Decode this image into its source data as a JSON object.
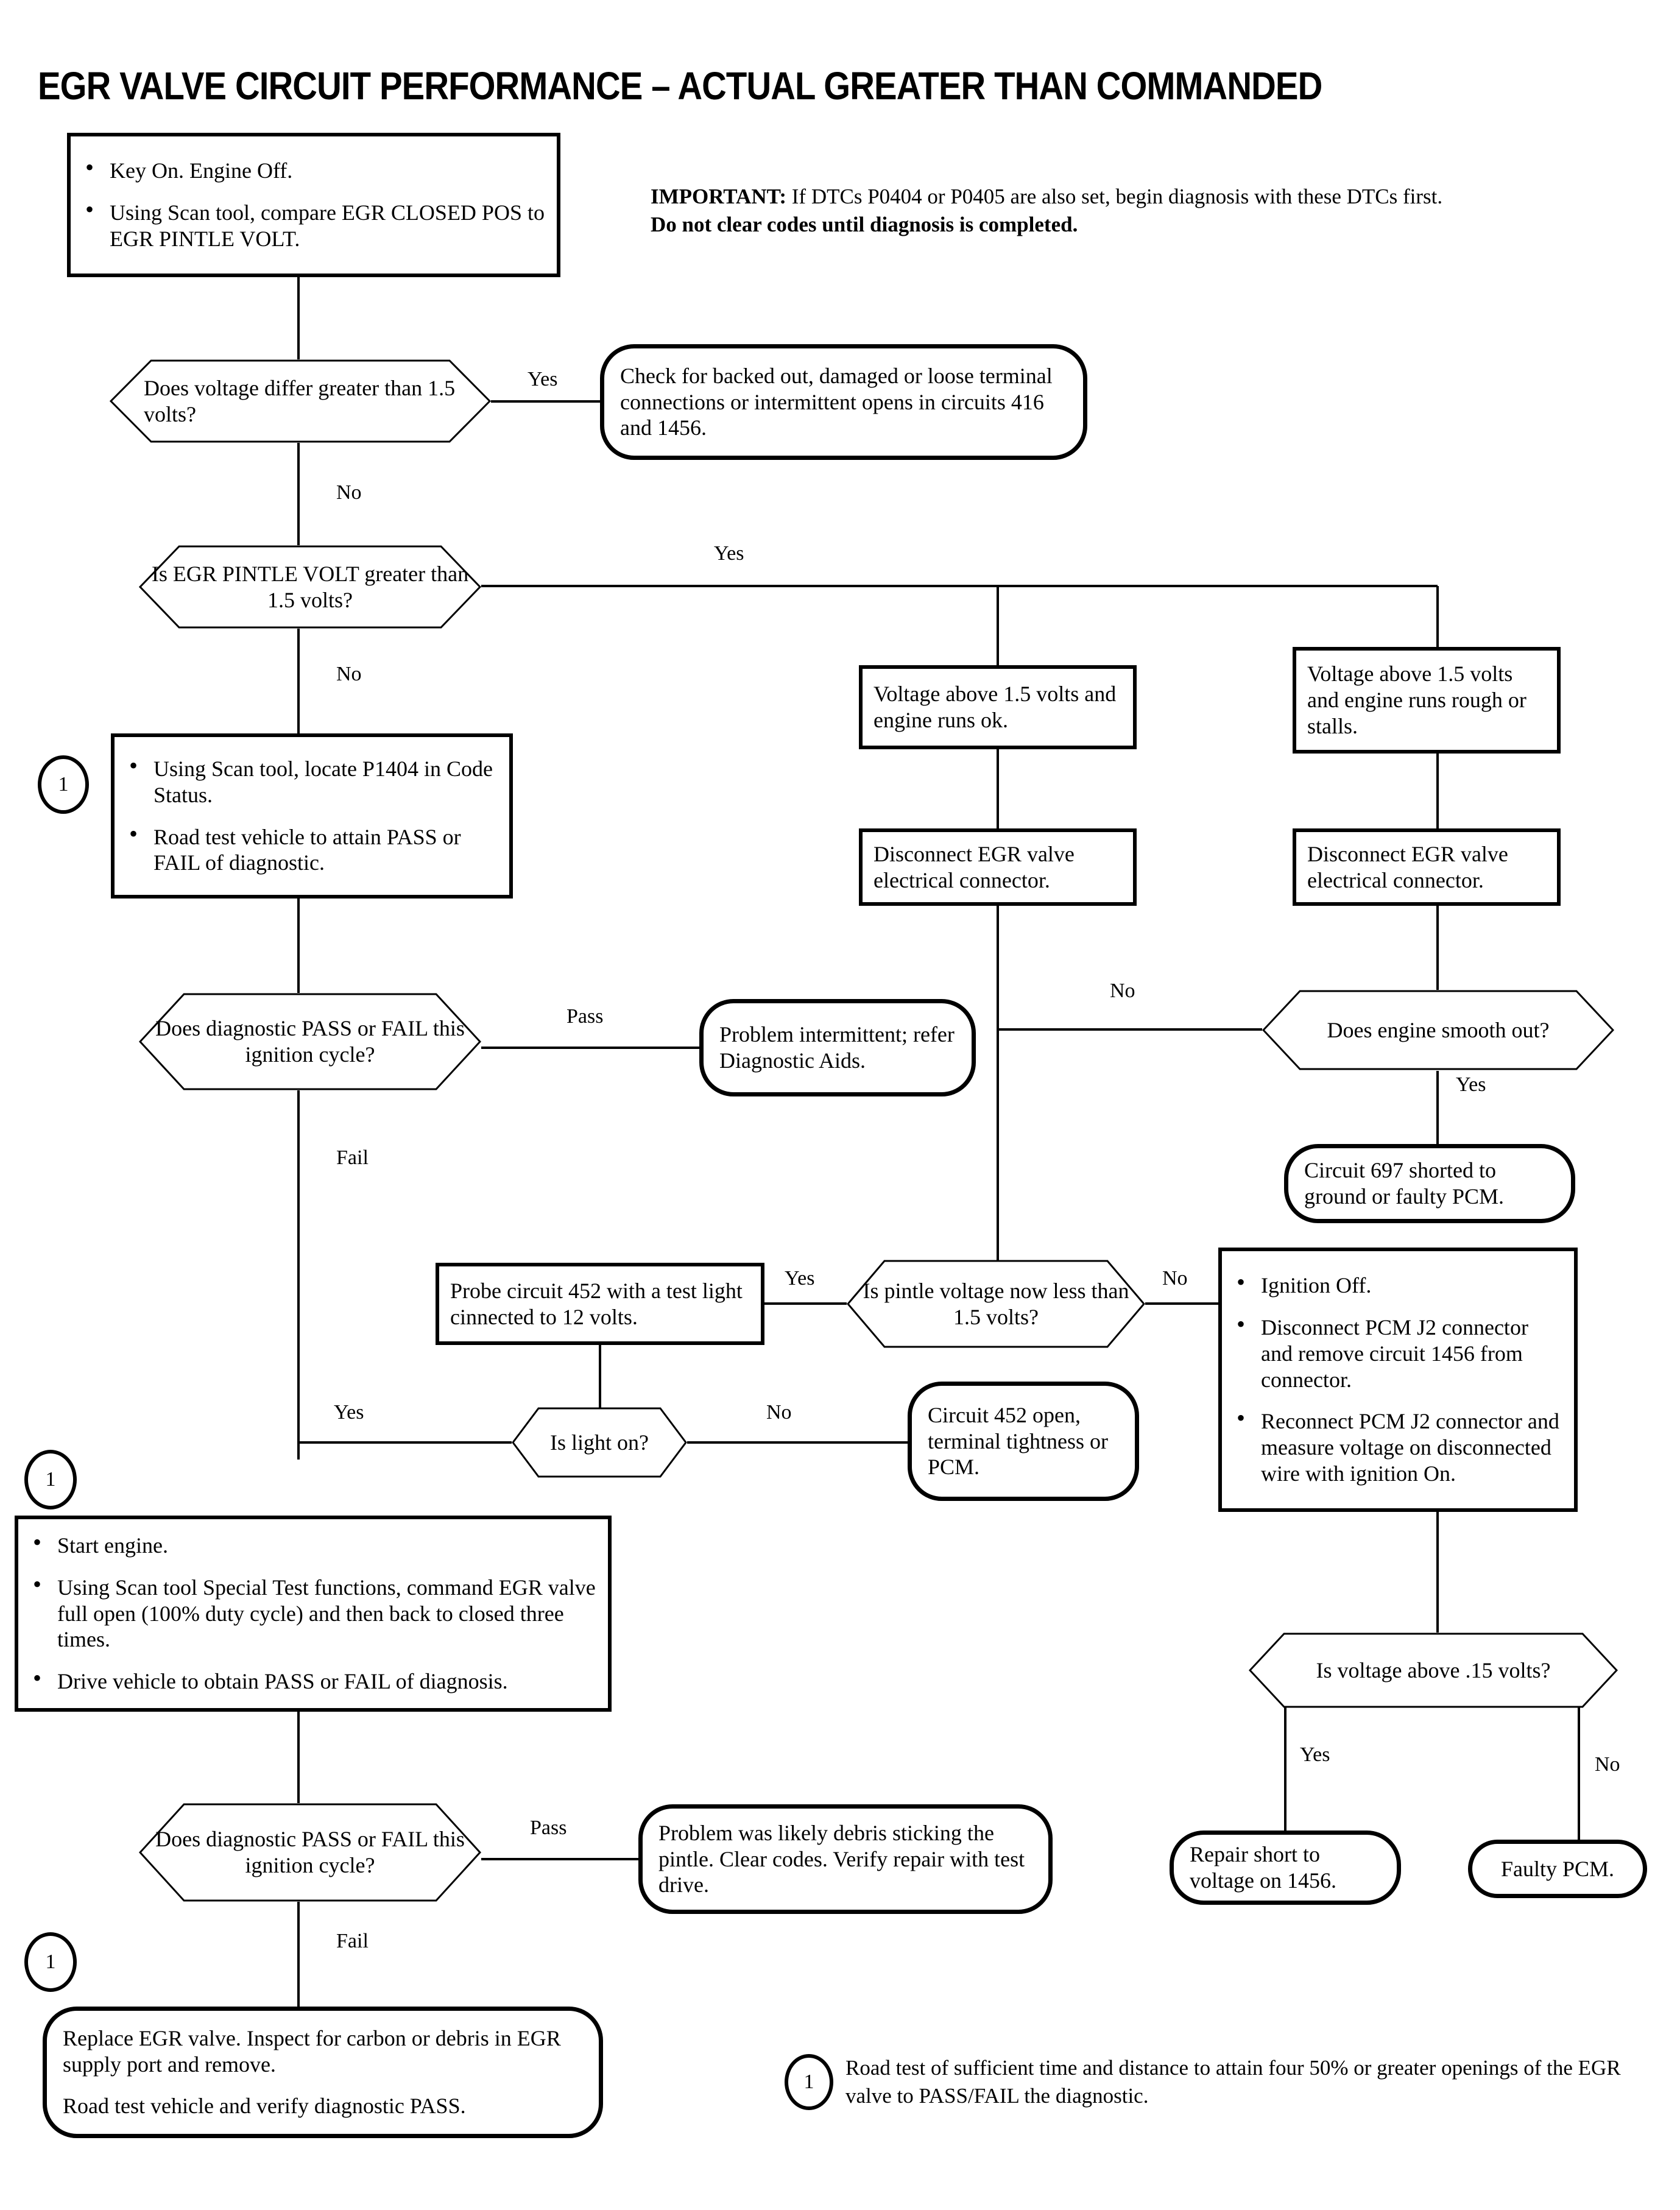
{
  "page": {
    "title": "EGR VALVE CIRCUIT PERFORMANCE – ACTUAL GREATER THAN COMMANDED"
  },
  "note": {
    "lead": "IMPORTANT:",
    "line1": "If DTCs P0404 or P0405 are also set, begin diagnosis with these  DTCs first.",
    "line2": "Do not clear codes until diagnosis is completed."
  },
  "nodes": {
    "start": {
      "bullet1": "Key On. Engine Off.",
      "bullet2": "Using Scan tool, compare EGR CLOSED POS to EGR PINTLE VOLT."
    },
    "dec_voltage_differ": {
      "text": "Does voltage differ greater than 1.5 volts?"
    },
    "term_check_terminals": {
      "text": "Check for backed out, damaged or loose terminal connections or intermittent opens in circuits 416 and 1456."
    },
    "dec_pintle_gt15": {
      "text": "Is EGR PINTLE VOLT greater than 1.5 volts?"
    },
    "proc_p1404": {
      "bullet1": "Using Scan tool, locate P1404 in Code Status.",
      "bullet2": "Road test vehicle to attain PASS or FAIL of diagnostic."
    },
    "proc_volt_ok": {
      "text": "Voltage above 1.5 volts and engine runs ok."
    },
    "proc_volt_rough": {
      "text": "Voltage above 1.5 volts and engine runs rough or stalls."
    },
    "proc_disconnect_mid": {
      "text": "Disconnect EGR valve electrical connector."
    },
    "proc_disconnect_right": {
      "text": "Disconnect EGR valve electrical connector."
    },
    "dec_pass_fail_1": {
      "text": "Does diagnostic PASS or FAIL this ignition cycle?"
    },
    "term_intermittent": {
      "text": "Problem intermittent; refer Diagnostic Aids."
    },
    "dec_engine_smooth": {
      "text": "Does engine smooth out?"
    },
    "term_circuit697": {
      "text": "Circuit 697 shorted to ground or faulty PCM."
    },
    "proc_probe452": {
      "text": "Probe circuit 452 with a test light cinnected to 12 volts."
    },
    "dec_pintle_lt15": {
      "text": "Is pintle voltage now less than 1.5 volts?"
    },
    "proc_ignition_off": {
      "bullet1": "Ignition Off.",
      "bullet2": "Disconnect PCM J2 connector and remove circuit 1456 from connector.",
      "bullet3": "Reconnect PCM J2 connector and measure voltage on disconnected wire with ignition On."
    },
    "dec_light_on": {
      "text": "Is light on?"
    },
    "term_circuit452open": {
      "text": "Circuit 452 open, terminal tightness or PCM."
    },
    "proc_start_engine": {
      "bullet1": "Start engine.",
      "bullet2": "Using Scan tool Special Test functions, command EGR valve full open (100% duty cycle) and then back to closed three times.",
      "bullet3": "Drive vehicle to obtain PASS or FAIL of diagnosis."
    },
    "dec_voltage_above_15": {
      "text": "Is voltage above .15 volts?"
    },
    "dec_pass_fail_2": {
      "text": "Does diagnostic PASS or FAIL this ignition cycle?"
    },
    "term_debris": {
      "text": "Problem was likely debris sticking the pintle. Clear codes. Verify repair with test drive."
    },
    "term_repair_short": {
      "text": "Repair short to voltage on 1456."
    },
    "term_faulty_pcm": {
      "text": "Faulty PCM."
    },
    "term_replace_egr": {
      "line1": "Replace EGR valve. Inspect for carbon or debris in EGR supply port and remove.",
      "line2": "Road test vehicle and verify diagnostic PASS."
    }
  },
  "edge_labels": {
    "yes_1": "Yes",
    "no_1": "No",
    "yes_2": "Yes",
    "no_2": "No",
    "pass_1": "Pass",
    "fail_1": "Fail",
    "no_smooth": "No",
    "yes_smooth": "Yes",
    "yes_probe": "Yes",
    "no_pintle": "No",
    "yes_light": "Yes",
    "no_light": "No",
    "yes_volt15": "Yes",
    "no_volt15": "No",
    "pass_2": "Pass",
    "fail_2": "Fail"
  },
  "refs": {
    "marker_1a": "1",
    "marker_1b": "1",
    "marker_1c": "1",
    "marker_footnote": "1"
  },
  "footnote": {
    "text": "Road test of sufficient time and distance to attain four 50% or greater openings of the EGR valve to PASS/FAIL the diagnostic."
  },
  "colors": {
    "ink": "#000000",
    "paper": "#ffffff"
  }
}
